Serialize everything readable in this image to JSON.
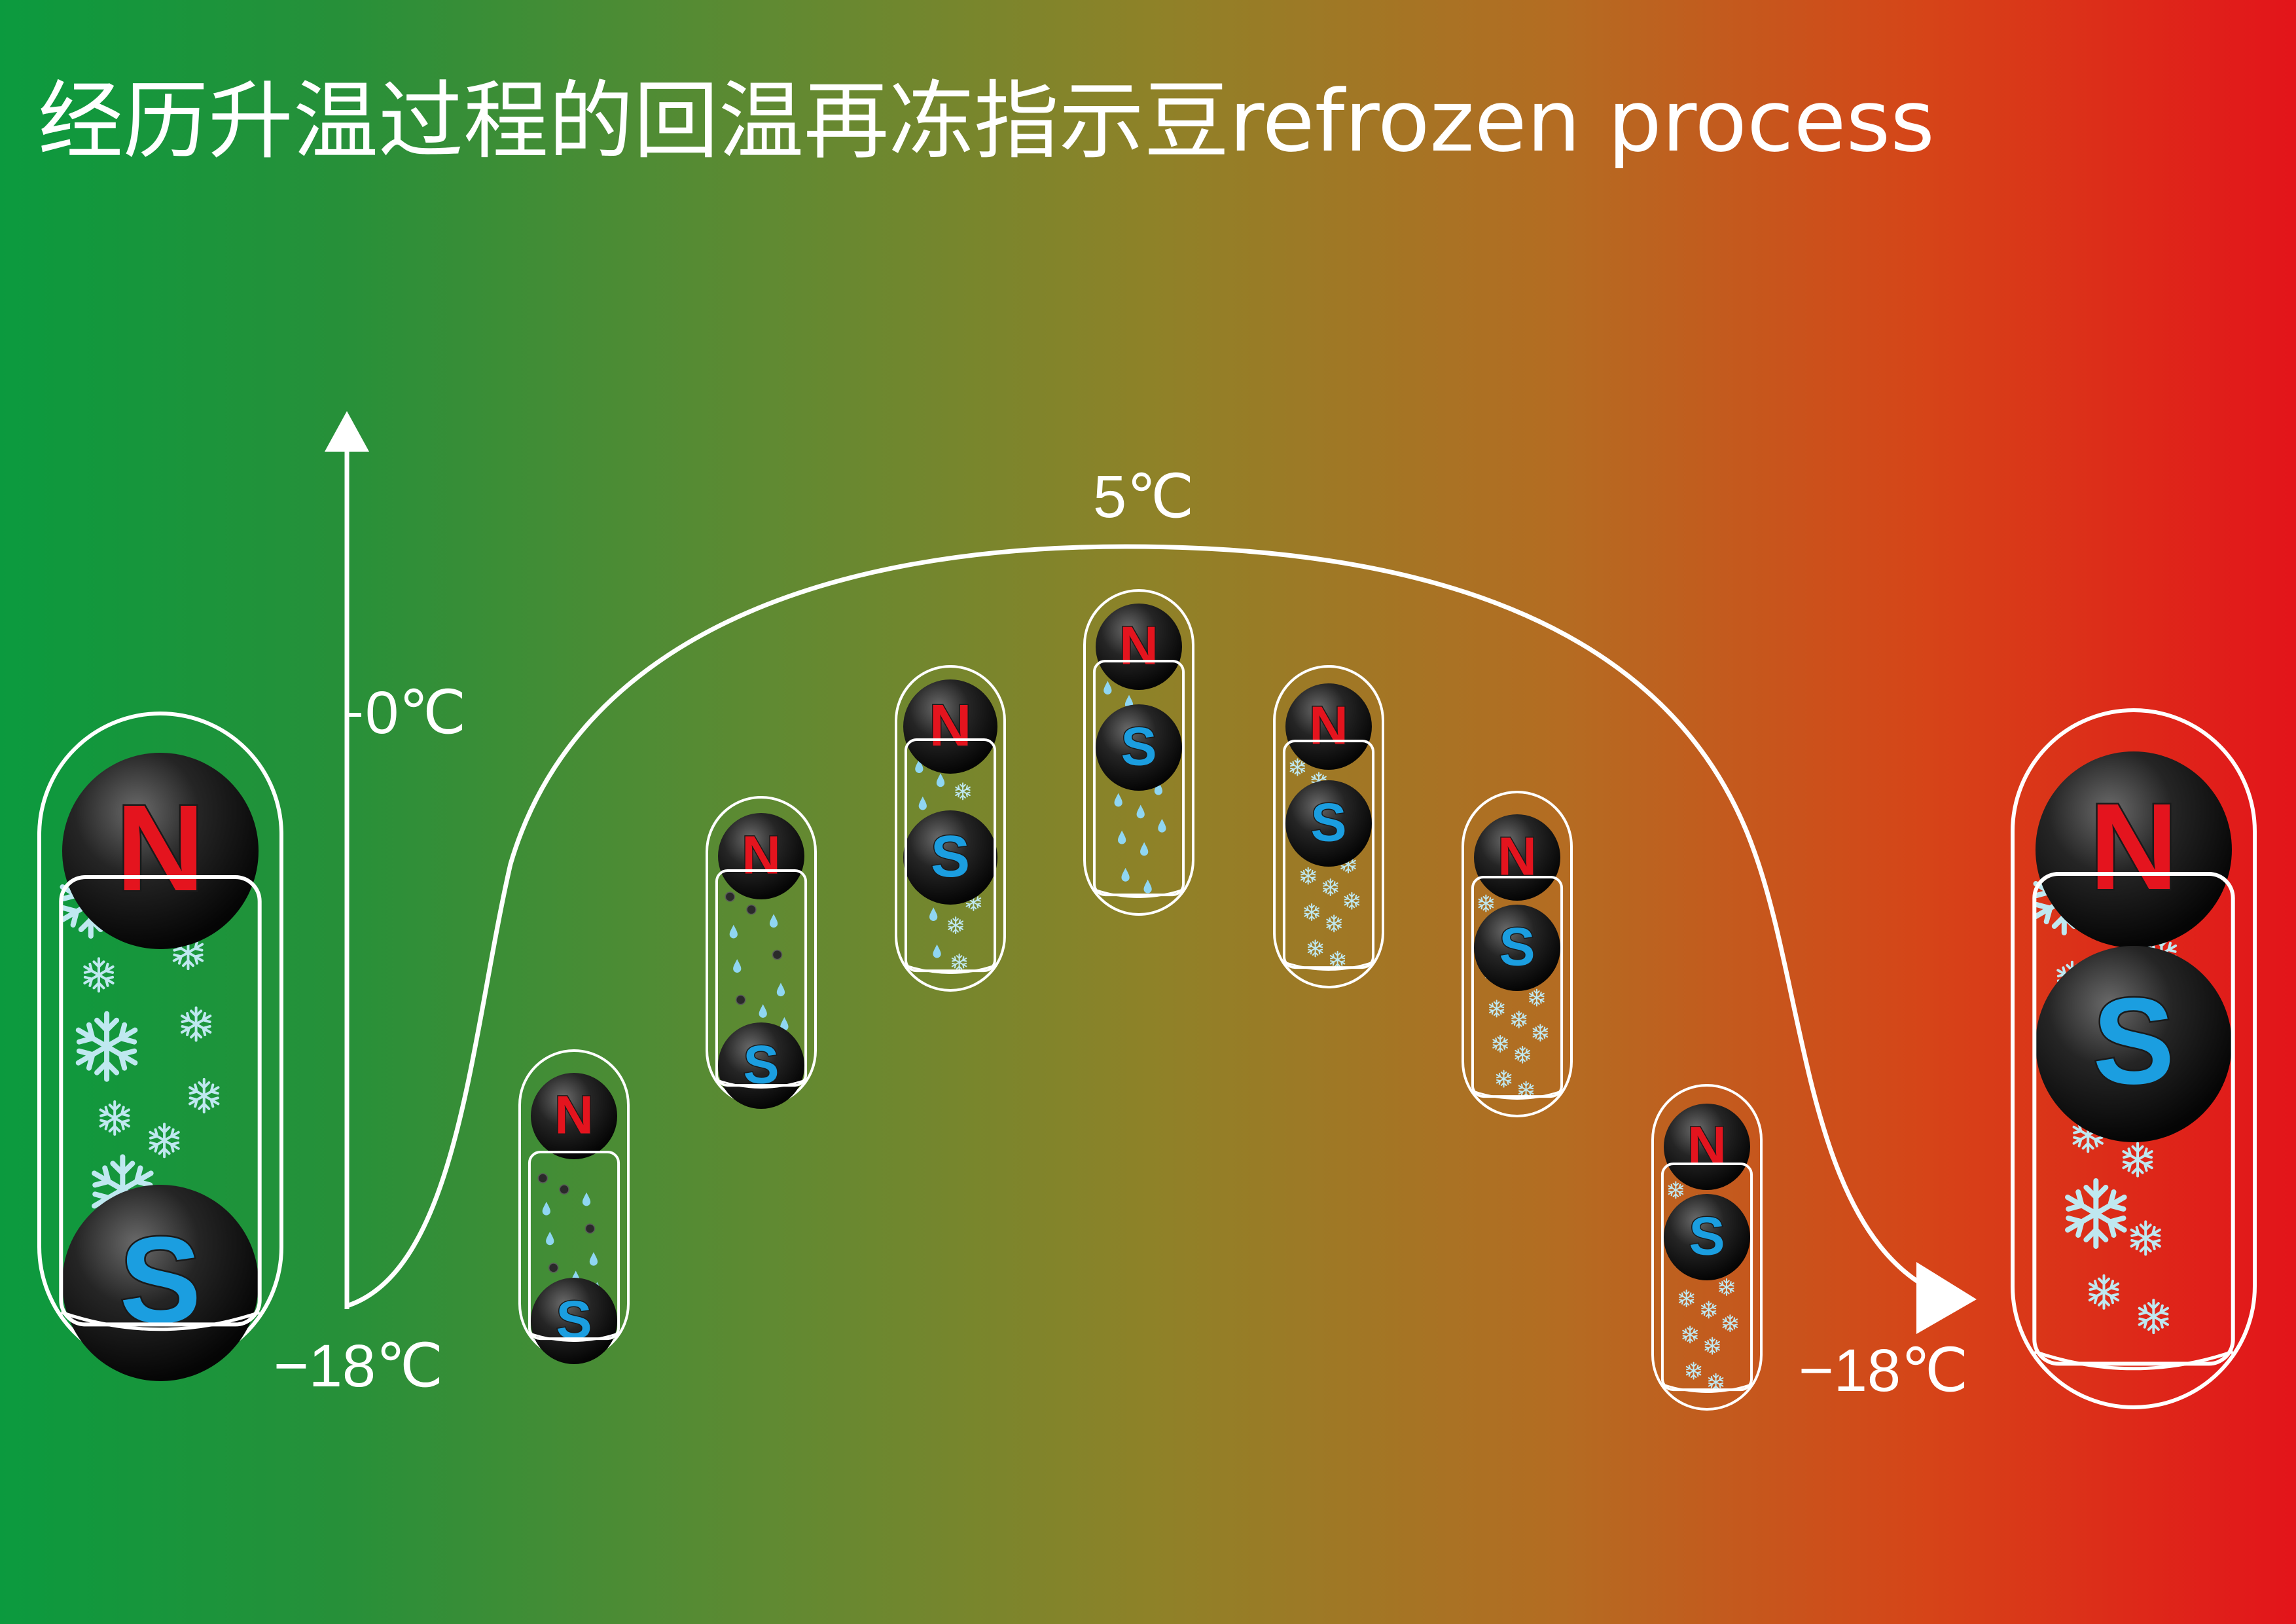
{
  "title": "经历升温过程的回温再冻指示豆refrozen process",
  "labels": {
    "zero": "0℃",
    "peak": "5℃",
    "start": "−18℃",
    "end": "−18℃"
  },
  "poles": {
    "north": "N",
    "south": "S"
  },
  "colors": {
    "gradient_left": "#0b9a3e",
    "gradient_right": "#e3141a",
    "north_pole": "#e4141e",
    "south_pole": "#1b9ee0",
    "ice": "#bfe8f0",
    "water": "#8fd6f2"
  }
}
